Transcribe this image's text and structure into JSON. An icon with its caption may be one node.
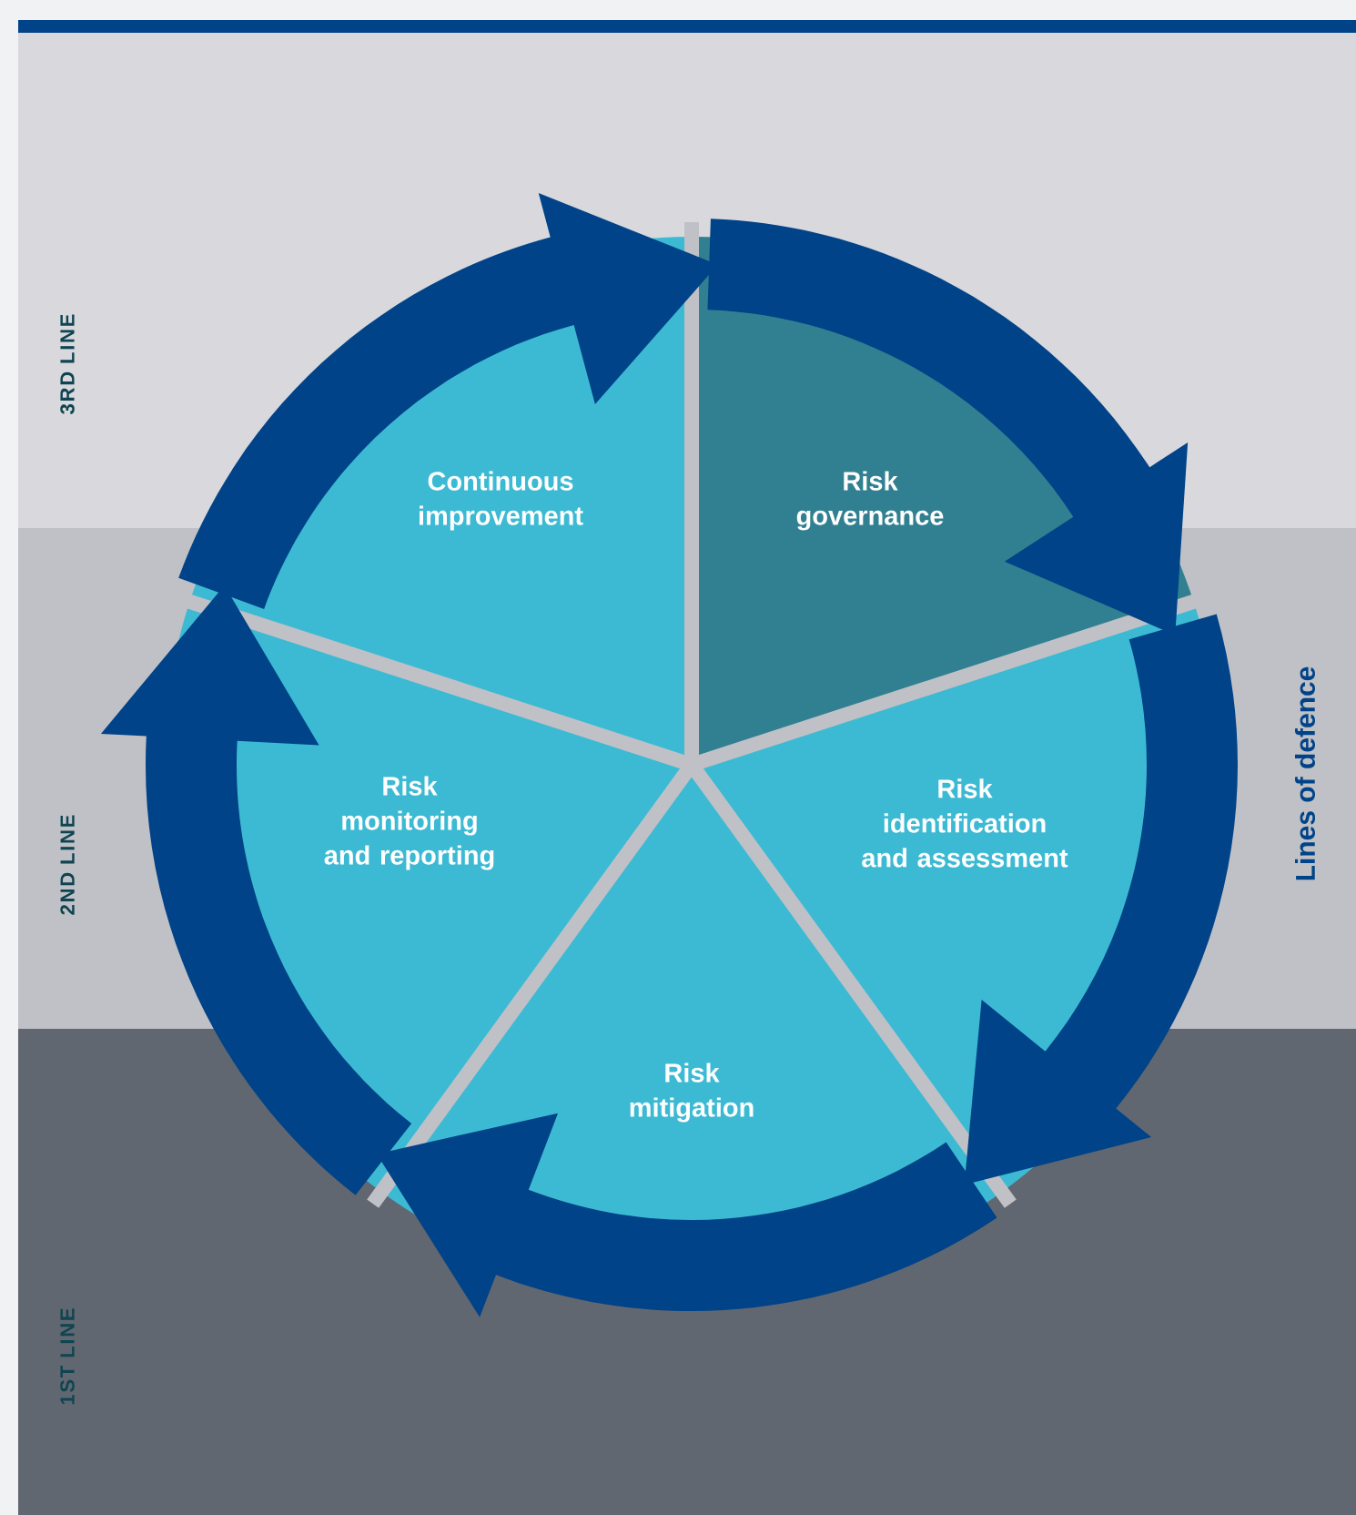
{
  "diagram": {
    "nodes": [
      {
        "text": [
          "Continuous improvement"
        ]
      },
      {
        "text": [
          "Risk governance"
        ]
      },
      {
        "text": [
          "Risk identification and assessment"
        ]
      },
      {
        "text": [
          "Risk monitoring and reporting"
        ]
      },
      {
        "text": [
          "Risk mitigation"
        ]
      }
    ],
    "edges": [
      {
        "from": 0,
        "to": 1,
        "arrow": "to"
      },
      {
        "from": 1,
        "to": 2,
        "arrow": "to"
      },
      {
        "from": 2,
        "to": 4,
        "arrow": "to"
      },
      {
        "from": 4,
        "to": 3,
        "arrow": "to"
      },
      {
        "from": 3,
        "to": 0,
        "arrow": "to"
      }
    ],
    "labels": [
      "3RD LINE",
      "Lines of defence",
      "2ND LINE",
      "1ST LINE"
    ]
  }
}
